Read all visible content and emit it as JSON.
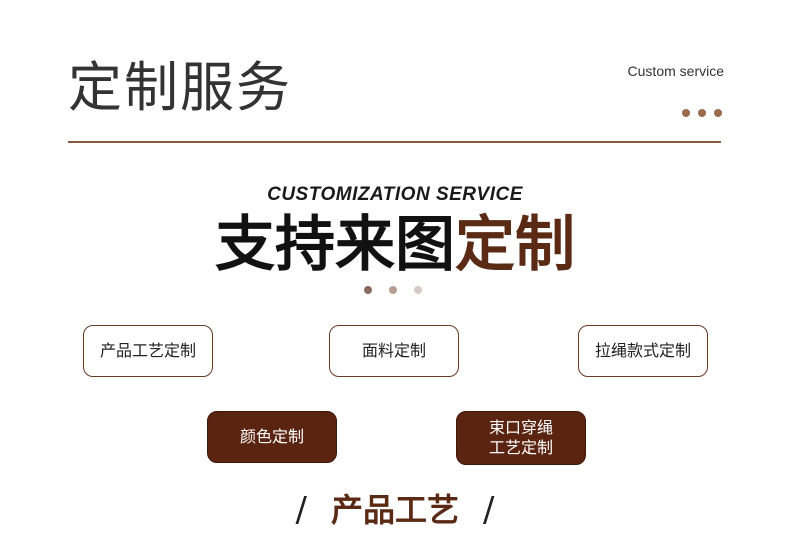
{
  "header": {
    "title": "定制服务",
    "subtitle_en": "Custom service"
  },
  "section": {
    "en_title": "CUSTOMIZATION SERVICE",
    "headline_dark": "支持来图",
    "headline_accent": "定制"
  },
  "options": [
    {
      "label": "产品工艺定制",
      "style": "outline"
    },
    {
      "label": "面料定制",
      "style": "outline"
    },
    {
      "label": "拉绳款式定制",
      "style": "outline"
    },
    {
      "label": "颜色定制",
      "style": "filled"
    },
    {
      "label_line1": "束口穿绳",
      "label_line2": "工艺定制",
      "style": "filled"
    }
  ],
  "footer": {
    "title": "产品工艺",
    "slash_left": "/",
    "slash_right": "/"
  },
  "colors": {
    "accent": "#5a2a14",
    "filled_button": "#5a2410",
    "divider": "#8a5a3c",
    "dot_1": "#8a6a5c",
    "dot_2": "#b89e92",
    "dot_3": "#d8cac4"
  }
}
